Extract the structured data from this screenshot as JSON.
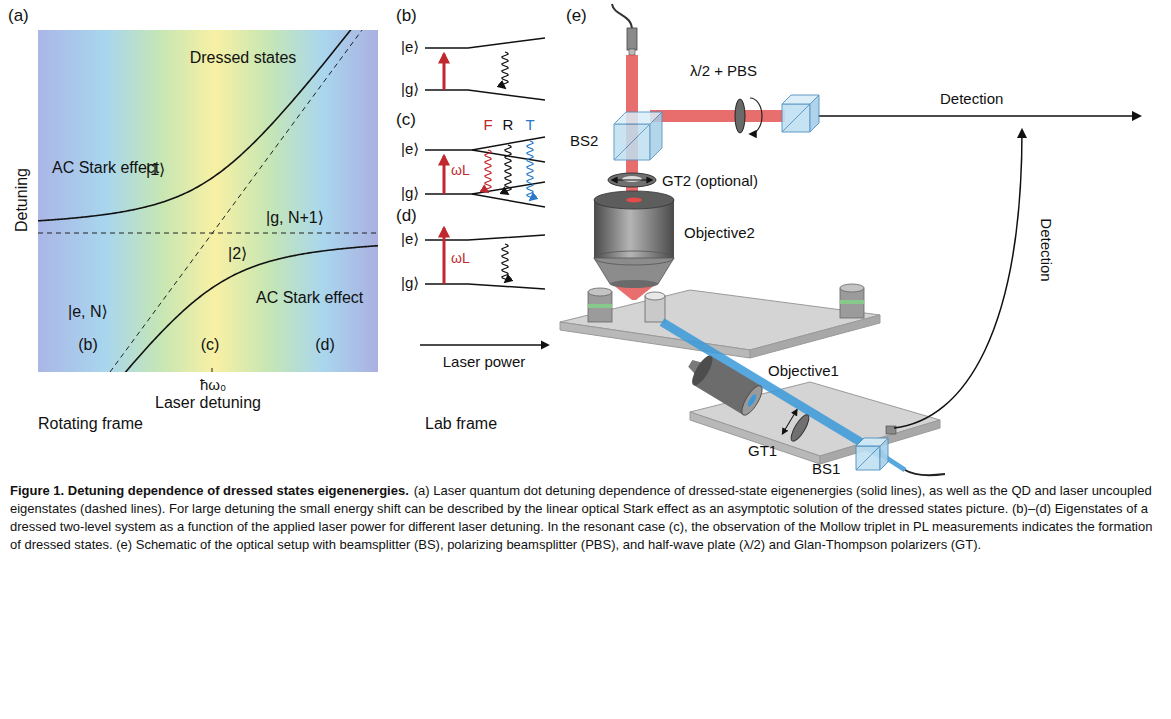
{
  "diagram": {
    "title": "Figure 1. Detuning dependence of dressed states eigenenergies.",
    "caption": "(a) Laser quantum dot detuning dependence of dressed-state eigenenergies (solid lines), as well as the QD and laser uncoupled eigenstates (dashed lines). For large detuning the small energy shift can be described by the linear optical Stark effect as an asymptotic solution of the dressed states picture. (b)–(d) Eigenstates of a dressed two-level system as a function of the applied laser power for different laser detuning. In the resonant case (c), the observation of the Mollow triplet in PL measurements indicates the formation of dressed states. (e) Schematic of the optical setup with beamsplitter (BS), polarizing beamsplitter (PBS), and half-wave plate (λ/2) and Glan-Thompson polarizers (GT).",
    "nodes": [
      {
        "text": [
          "Dressed states",
          "AC Stark effect",
          "|1⟩",
          "|g, N+1⟩",
          "|e, N⟩",
          "|2⟩",
          "AC Stark effect",
          "(b)",
          "(c)",
          "(d)"
        ]
      }
    ],
    "labels": [
      "(a)",
      "Detuning",
      "ħω₀",
      "Laser detuning",
      "Rotating frame",
      "(b)",
      "|e⟩",
      "|g⟩",
      "(c)",
      "|e⟩",
      "|g⟩",
      "ωL",
      "F",
      "R",
      "T",
      "(d)",
      "|e⟩",
      "|g⟩",
      "ωL",
      "Laser power",
      "Lab frame",
      "(e)",
      "λ/2 + PBS",
      "Detection",
      "BS2",
      "GT2 (optional)",
      "Objective2",
      "Objective1",
      "GT1",
      "BS1",
      "Detection"
    ]
  }
}
